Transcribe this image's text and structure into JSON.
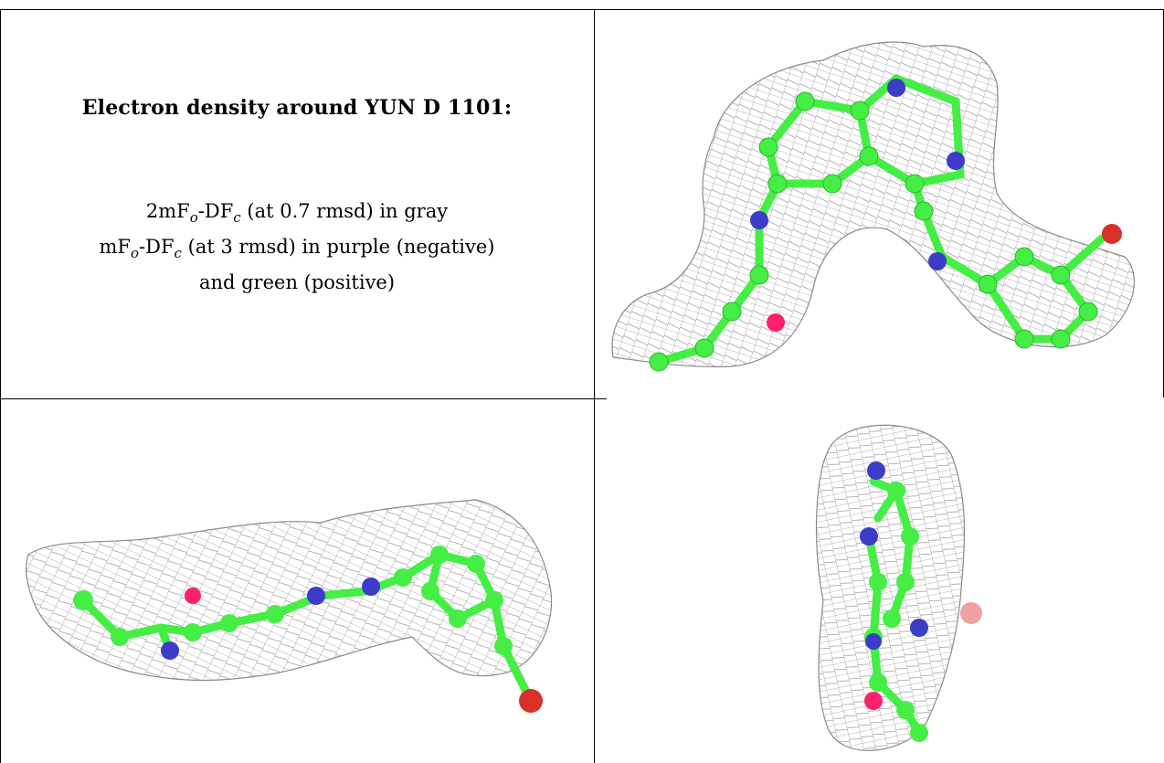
{
  "title": "Electron density around YUN D 1101:",
  "legend": {
    "line1_prefix": "2mF",
    "line1_sub1": "o",
    "line1_mid": "-DF",
    "line1_sub2": "c",
    "line1_suffix": " (at 0.7 rmsd) in gray",
    "line2_prefix": "mF",
    "line2_sub1": "o",
    "line2_mid": "-DF",
    "line2_sub2": "c",
    "line2_suffix": " (at 3 rmsd) in purple (negative)",
    "line3": "and green (positive)"
  },
  "colors": {
    "carbon": "#44ee44",
    "nitrogen": "#3c3cc8",
    "oxygen": "#ff1f6e",
    "chlorine": "#d8302a",
    "mesh": "#9a9a9a"
  }
}
